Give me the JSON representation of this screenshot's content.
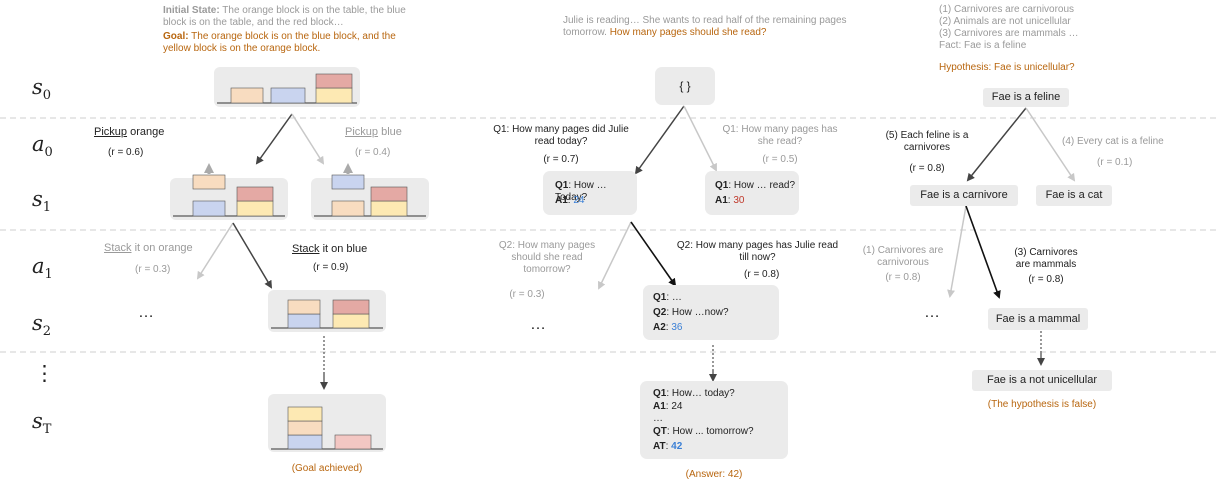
{
  "states": {
    "s0": {
      "base": "s",
      "sub": "0"
    },
    "a0": {
      "base": "a",
      "sub": "0"
    },
    "s1": {
      "base": "s",
      "sub": "1"
    },
    "a1": {
      "base": "a",
      "sub": "1"
    },
    "s2": {
      "base": "s",
      "sub": "2"
    },
    "vdots": "⋮",
    "sT": {
      "base": "s",
      "sub": "T"
    }
  },
  "blocks": {
    "header": {
      "init_label": "Initial State:",
      "init_text": "The orange block is on the table, the blue block is on the table, and the red block…",
      "goal_label": "Goal:",
      "goal_text": "The orange block is on the blue block, and the yellow block is on the orange block."
    },
    "actions": {
      "pickup_orange": {
        "verb": "Pickup",
        "rest": " orange",
        "r": "(r = 0.6)"
      },
      "pickup_blue": {
        "verb": "Pickup",
        "rest": " blue",
        "r": "(r = 0.4)"
      },
      "stack_orange": {
        "verb": "Stack",
        "rest": " it on orange",
        "r": "(r = 0.3)"
      },
      "stack_blue": {
        "verb": "Stack",
        "rest": " it on blue",
        "r": "(r = 0.9)"
      }
    },
    "ellipsis": "…",
    "final": "(Goal achieved)"
  },
  "math": {
    "problem": "Julie is reading… She wants to read half of the remaining pages tomorrow.",
    "question": "How many pages should she read?",
    "root": "{ }",
    "q1a": {
      "text": "Q1: How many pages did Julie read today?",
      "r": "(r = 0.7)"
    },
    "q1b": {
      "text": "Q1: How many pages has she read?",
      "r": "(r = 0.5)"
    },
    "node1a": {
      "q_label": "Q1",
      "q_text": ": How …Today?",
      "a_label": "A1",
      "a_sep": ": ",
      "a_val": "24"
    },
    "node1b": {
      "q_label": "Q1",
      "q_text": ": How … read?",
      "a_label": "A1",
      "a_sep": ": ",
      "a_val": "30"
    },
    "q2a": {
      "text": "Q2: How many pages should she read tomorrow?",
      "r": "(r = 0.3)"
    },
    "q2b": {
      "text": "Q2: How many pages has Julie read till now?",
      "r": "(r = 0.8)"
    },
    "ellipsis": "…",
    "node2": {
      "l1_label": "Q1",
      "l1_text": ": …",
      "l2_label": "Q2",
      "l2_text": ": How …now?",
      "l3_label": "A2",
      "l3_sep": ": ",
      "l3_val": "36"
    },
    "final": {
      "l1_label": "Q1",
      "l1_text": ":  How… today?",
      "l2_label": "A1",
      "l2_text": ": 24",
      "l3": "…",
      "l4_label": "QT",
      "l4_text": ": How ... tomorrow?",
      "l5_label": "AT",
      "l5_sep": ": ",
      "l5_val": "42"
    },
    "answer": "(Answer: 42)"
  },
  "logic": {
    "facts": [
      "(1) Carnivores are carnivorous",
      "(2) Animals are not unicellular",
      "(3) Carnivores are mammals …",
      "Fact: Fae is a feline"
    ],
    "hypothesis": "Hypothesis: Fae is unicellular?",
    "root": "Fae is a feline",
    "rule5": {
      "text": "(5) Each feline is a carnivores",
      "r": "(r = 0.8)"
    },
    "rule4": {
      "text": "(4) Every cat is a feline",
      "r": "(r = 0.1)"
    },
    "node_carnivore": "Fae is a carnivore",
    "node_cat": "Fae is a cat",
    "rule1": {
      "text": "(1) Carnivores are carnivorous",
      "r": "(r = 0.8)"
    },
    "rule3": {
      "text": "(3) Carnivores are mammals",
      "r": "(r = 0.8)"
    },
    "ellipsis": "…",
    "node_mammal": "Fae is a mammal",
    "final": "Fae is a not unicellular",
    "conclusion": "(The hypothesis is false)"
  },
  "colors": {
    "orange_block": "#f8dcc0",
    "blue_block": "#c9d4ef",
    "red_block": "#e4a9a4",
    "yellow_block": "#fde9b3",
    "accent_orange": "#b8660f",
    "blue_value": "#3a7fd5",
    "red_value": "#c0392b"
  }
}
